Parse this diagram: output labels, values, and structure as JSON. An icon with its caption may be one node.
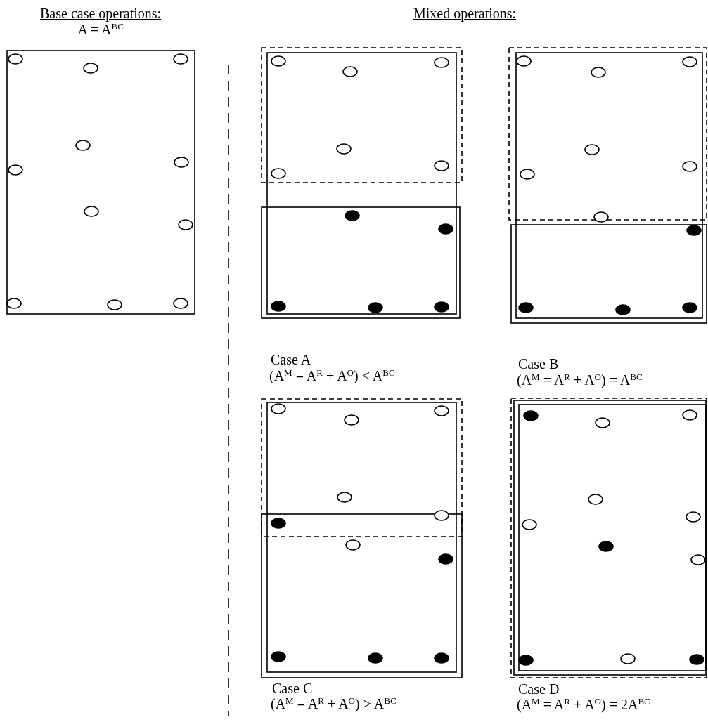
{
  "diagram": {
    "labels": [
      "Base case operations:",
      "Mixed operations:",
      "A = A$^{BC}$",
      "Case A",
      "(A$^{M}$ = A$^{R}$ + A$^{O}$) < A$^{BC}$",
      "Case B",
      "(A$^{M}$ = A$^{R}$ + A$^{O}$) = A$^{BC}$",
      "Case C",
      "(A$^{M}$ = A$^{R}$ + A$^{O}$) > A$^{BC}$",
      "Case D",
      "(A$^{M}$ = A$^{R}$ + A$^{O}$) = 2A$^{BC}$"
    ]
  }
}
